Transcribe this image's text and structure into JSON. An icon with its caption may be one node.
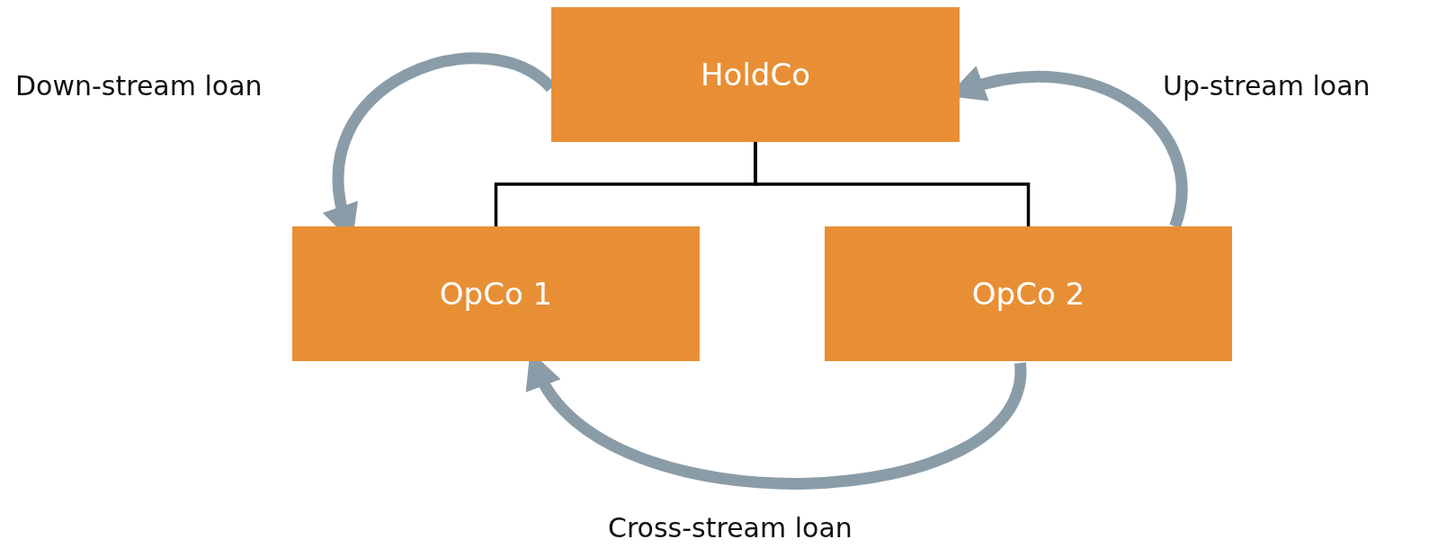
{
  "diagram": {
    "nodes": [
      {
        "text": [
          "HoldCo"
        ]
      },
      {
        "text": [
          "OpCo 1"
        ]
      },
      {
        "text": [
          "OpCo 2"
        ]
      }
    ],
    "edges": [
      {
        "from": 0,
        "to": 1,
        "arrow": "none",
        "color": "#000000"
      },
      {
        "from": 0,
        "to": 2,
        "arrow": "none",
        "color": "#000000"
      },
      {
        "from": 0,
        "to": 1,
        "arrow": "to",
        "label": "Down-stream loan"
      },
      {
        "from": 2,
        "to": 0,
        "arrow": "to",
        "label": "Up-stream loan"
      },
      {
        "from": 2,
        "to": 1,
        "arrow": "to",
        "label": "Cross-stream loan"
      }
    ]
  }
}
